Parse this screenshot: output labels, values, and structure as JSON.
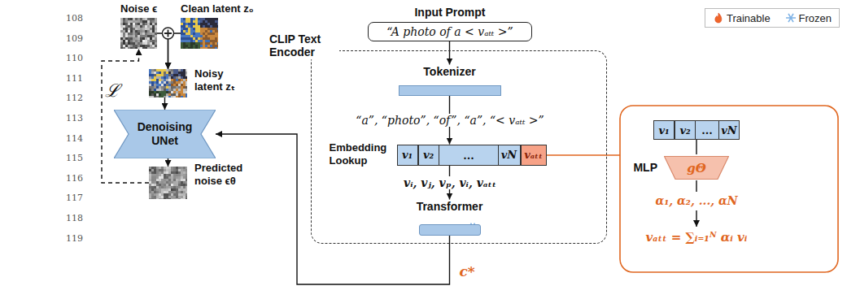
{
  "diagram": {
    "nodes": [
      {
        "text": [
          "Noise ϵ"
        ]
      },
      {
        "text": [
          "Clean latent z₀"
        ]
      },
      {
        "text": [
          "Noisy latent zₜ"
        ]
      },
      {
        "text": [
          "Denoising UNet"
        ]
      },
      {
        "text": [
          "Predicted noise ϵθ"
        ]
      },
      {
        "text": [
          "Input Prompt",
          "“A photo of a < vₐₜₜ >”"
        ]
      },
      {
        "text": [
          "CLIP Text Encoder"
        ]
      },
      {
        "text": [
          "Tokenizer"
        ],
        "in": 6
      },
      {
        "text": [
          "Embedding Lookup"
        ],
        "in": 6
      },
      {
        "text": [
          "v₁"
        ],
        "in": 8
      },
      {
        "text": [
          "v₂"
        ],
        "in": 8
      },
      {
        "text": [
          "vN"
        ],
        "in": 8
      },
      {
        "text": [
          "vₐₜₜ"
        ],
        "in": 8
      },
      {
        "text": [
          "Transformer"
        ],
        "in": 6
      },
      {
        "text": [
          "v₁"
        ]
      },
      {
        "text": [
          "v₂"
        ]
      },
      {
        "text": [
          "vN"
        ]
      },
      {
        "text": [
          "MLP",
          "gΘ"
        ]
      }
    ],
    "edges": [
      {
        "from": 0,
        "to": 2,
        "arrow": "to"
      },
      {
        "from": 1,
        "to": 2,
        "arrow": "to"
      },
      {
        "from": 2,
        "to": 3,
        "arrow": "to"
      },
      {
        "from": 3,
        "to": 4,
        "arrow": "to"
      },
      {
        "from": 4,
        "to": 0,
        "arrow": "to",
        "label": "ℒ"
      },
      {
        "from": 5,
        "to": 7,
        "arrow": "to"
      },
      {
        "from": 7,
        "to": 8,
        "arrow": "to",
        "label": "“a”, “photo”, “of”, “a”, “< vₐₜₜ >”"
      },
      {
        "from": 8,
        "to": 13,
        "arrow": "to",
        "label": "vᵢ, vⱼ, vₚ, vᵢ, vₐₜₜ"
      },
      {
        "from": 13,
        "to": 3,
        "arrow": "to",
        "label": "c*"
      }
    ],
    "labels": [
      "108",
      "109",
      "110",
      "111",
      "112",
      "113",
      "114",
      "115",
      "116",
      "117",
      "118",
      "119",
      "...",
      "...",
      "α₁, α₂, ..., αN",
      "vₐₜₜ = ∑ᵢ₌₁ᴺ αᵢ vᵢ"
    ],
    "legend": [
      {
        "text": "Trainable"
      },
      {
        "text": "Frozen"
      }
    ]
  }
}
